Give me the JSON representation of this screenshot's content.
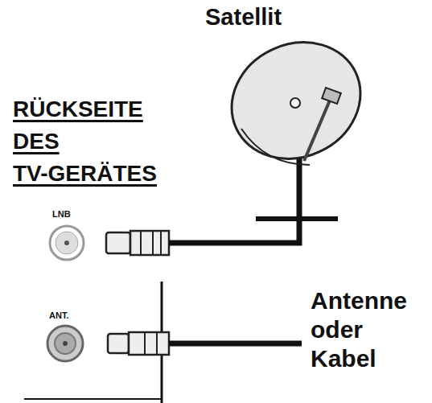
{
  "diagram": {
    "labels": [
      "Satellit",
      "RÜCKSEITE DES TV-GERÄTES",
      "LNB",
      "ANT.",
      "Antenne oder Kabel"
    ]
  }
}
